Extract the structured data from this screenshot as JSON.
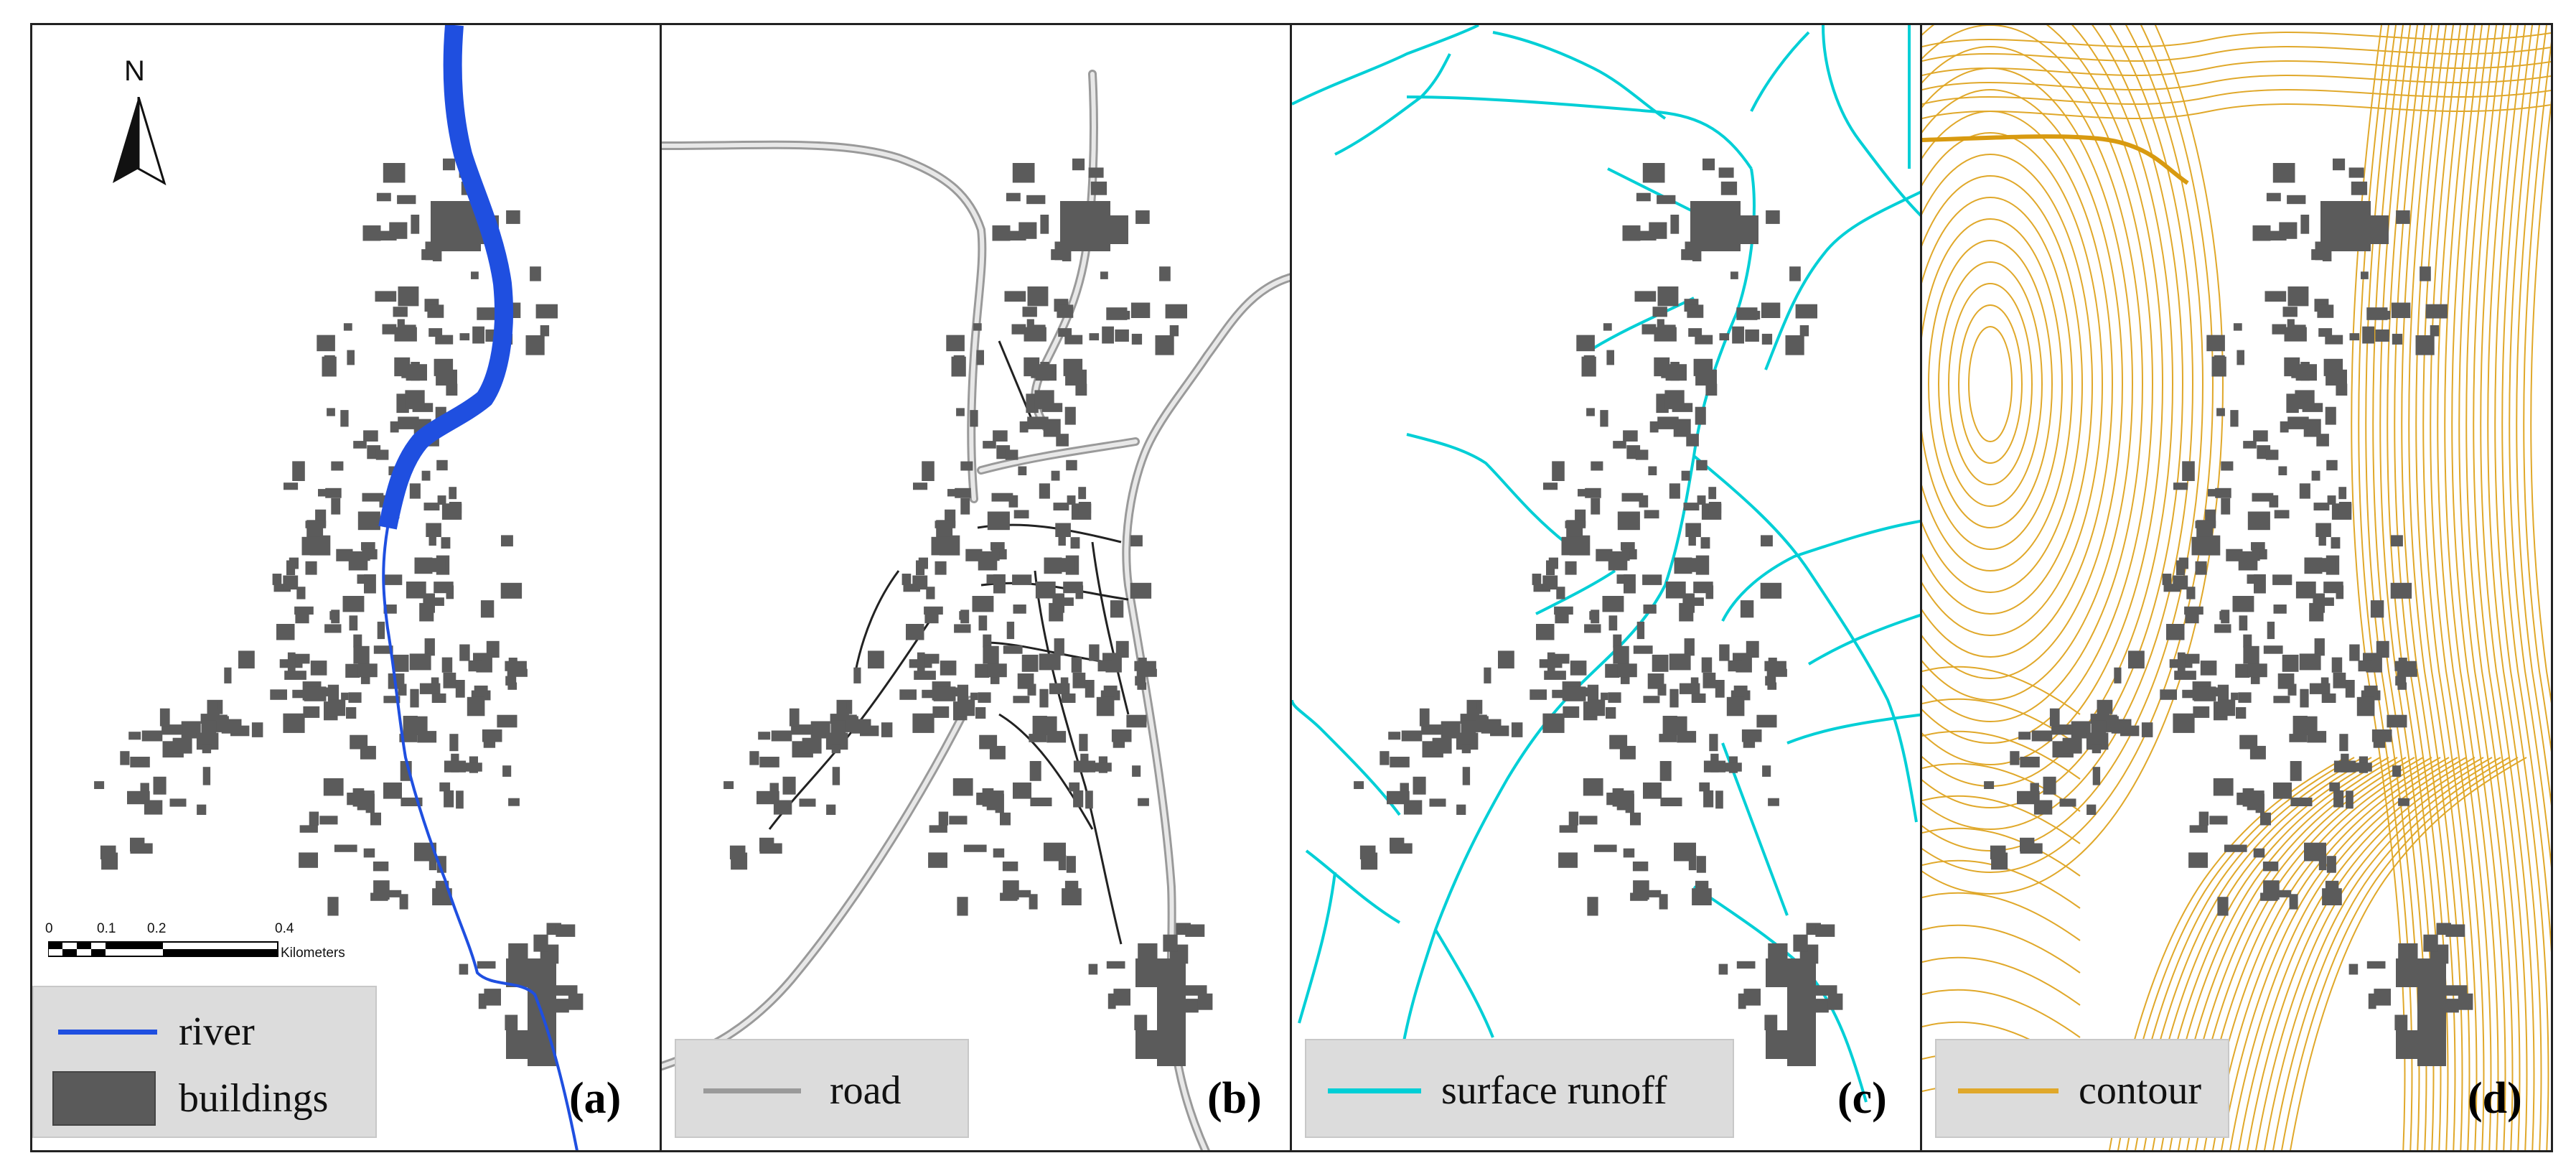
{
  "colors": {
    "buildings": "#5b5b5b",
    "river": "#1f4fe0",
    "road": "#a8a8a8",
    "path": "#222222",
    "runoff": "#00cfd6",
    "contour": "#e0a82a"
  },
  "north_arrow": {
    "label": "N"
  },
  "scale_bar": {
    "ticks": [
      "0",
      "0.1",
      "0.2",
      "0.4"
    ],
    "unit": "Kilometers"
  },
  "panels": [
    {
      "id": "a",
      "label": "(a)",
      "legend": [
        {
          "name": "river",
          "icon": "river-line-icon"
        },
        {
          "name": "buildings",
          "icon": "buildings-box-icon"
        }
      ]
    },
    {
      "id": "b",
      "label": "(b)",
      "legend": [
        {
          "name": "road",
          "icon": "road-line-icon"
        }
      ]
    },
    {
      "id": "c",
      "label": "(c)",
      "legend": [
        {
          "name": "surface runoff",
          "icon": "runoff-line-icon"
        }
      ]
    },
    {
      "id": "d",
      "label": "(d)",
      "legend": [
        {
          "name": "contour",
          "icon": "contour-line-icon"
        }
      ]
    }
  ]
}
